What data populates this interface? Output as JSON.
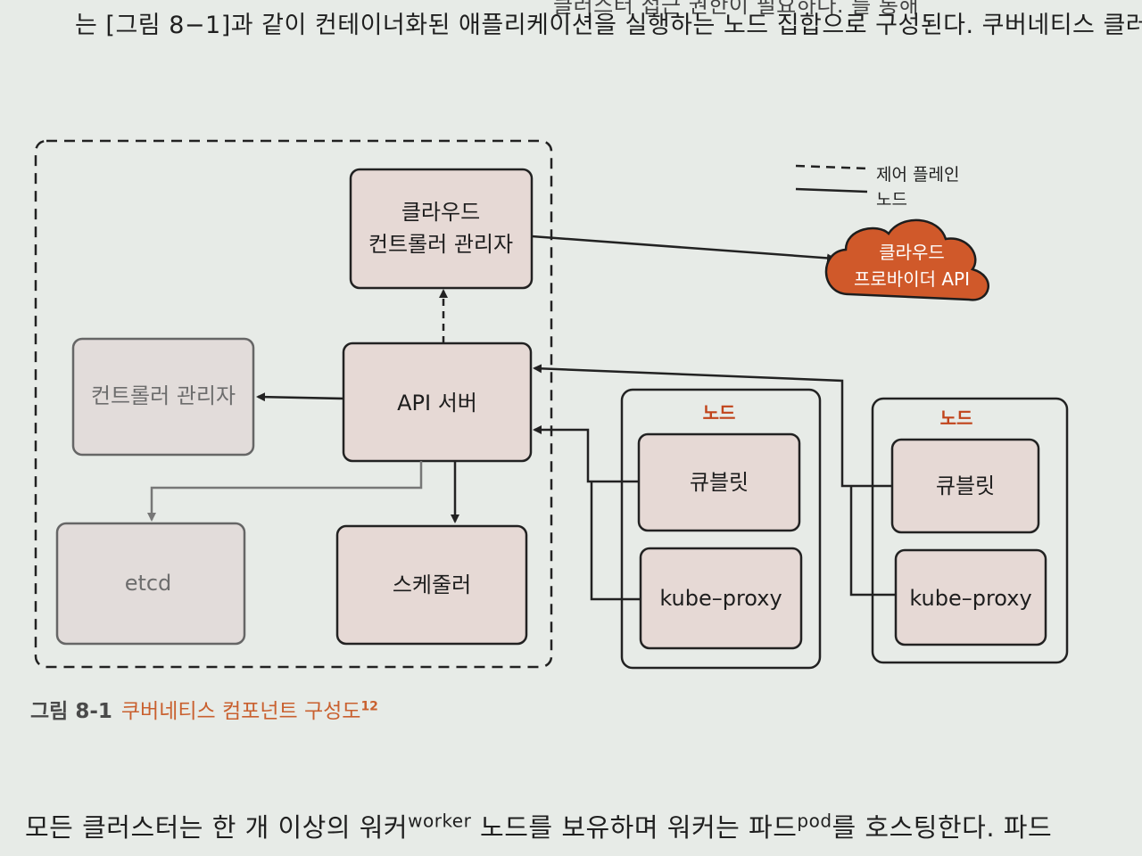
{
  "page": {
    "top_partial": "클러스터 접근 권한이 필요하다. 를 통해",
    "line1": "는 [그림 8−1]과 같이 컨테이너화된 애플리케이션을 실행하는 노드 집합으로 구성된다. 쿠버네티스 클러스터",
    "line2": "",
    "line3_prefix": "모든 클러스터는 한 개 이상의 워커",
    "line3_worker": "worker",
    "line3_mid": " 노드를 보유하며 워커는 파드",
    "line3_pod": "pod",
    "line3_suffix": "를 호스팅한다. 파드"
  },
  "legend": {
    "control_plane": "제어 플레인",
    "node": "노드"
  },
  "boxes": {
    "cloud_controller_line1": "클라우드",
    "cloud_controller_line2": "컨트롤러 관리자",
    "controller_manager": "컨트롤러 관리자",
    "api_server": "API 서버",
    "etcd": "etcd",
    "scheduler": "스케줄러"
  },
  "cloud_provider": {
    "line1": "클라우드",
    "line2": "프로바이더 API"
  },
  "nodes": [
    {
      "title": "노드",
      "kubelet": "큐블릿",
      "proxy": "kube–proxy"
    },
    {
      "title": "노드",
      "kubelet": "큐블릿",
      "proxy": "kube–proxy"
    }
  ],
  "caption": {
    "number": "그림 8-1",
    "title": "쿠버네티스 컴포넌트 구성도",
    "footnote": "12"
  },
  "colors": {
    "box_fill": "#e6d9d5",
    "box_fill_grey": "#e2dcda",
    "cloud_fill": "#d0592a",
    "accent": "#c1441b"
  }
}
